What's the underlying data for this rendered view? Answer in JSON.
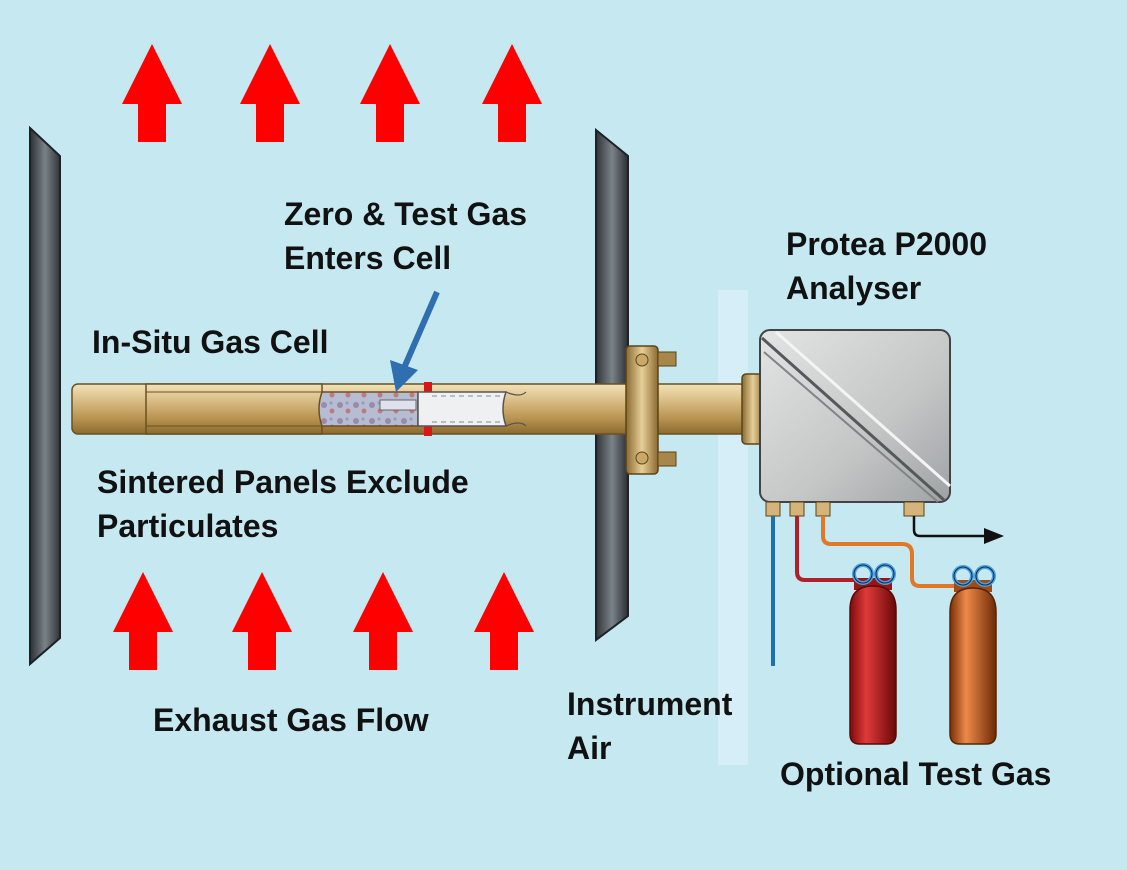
{
  "labels": {
    "zero_test_gas": [
      "Zero & Test Gas",
      "Enters Cell"
    ],
    "analyser": [
      "Protea P2000",
      "Analyser"
    ],
    "gas_cell": "In-Situ Gas Cell",
    "sintered": [
      "Sintered Panels Exclude",
      "Particulates"
    ],
    "exhaust": "Exhaust Gas Flow",
    "instrument_air": [
      "Instrument",
      "Air"
    ],
    "optional_test_gas": "Optional Test Gas"
  },
  "colors": {
    "background": "#c5e8f1",
    "flow_arrow": "#ff0000",
    "pointer_arrow": "#2f6fb0",
    "probe_tube": "#c9a667",
    "stack_wall": "#3a3f44",
    "analyser_box": "#c4c6c6",
    "air_line": "#1f6fb0",
    "zero_gas_line": "#b0202a",
    "test_gas_line": "#e07828",
    "red_cylinder": "#c01818",
    "orange_cylinder": "#d06020",
    "valve_ring": "#4aa0e0"
  },
  "icons": {
    "flow_arrows": "up-arrow-icon",
    "pointer": "pointer-arrow-icon",
    "exhaust_outlet": "right-arrow-icon",
    "cylinders": "gas-cylinder-icon"
  }
}
